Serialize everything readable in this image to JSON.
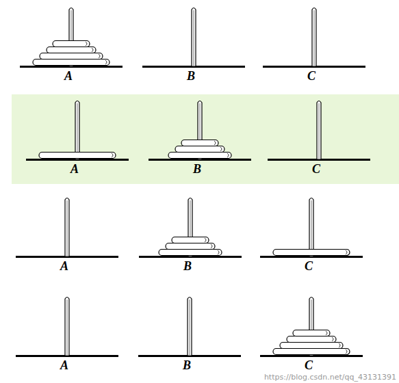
{
  "diagram": {
    "labels": [
      "A",
      "B",
      "C",
      "A",
      "B",
      "C",
      "A",
      "B",
      "C",
      "A",
      "B",
      "C",
      "https://blog.csdn.net/qq_43131391"
    ]
  }
}
